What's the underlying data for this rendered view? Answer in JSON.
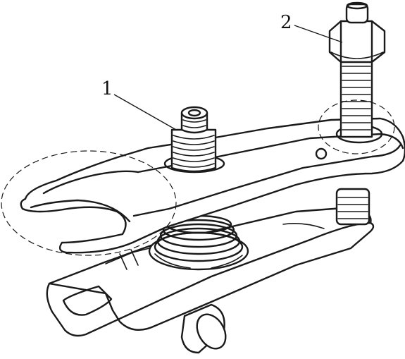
{
  "figure": {
    "callouts": [
      {
        "id": "1",
        "label": "1"
      },
      {
        "id": "2",
        "label": "2"
      }
    ]
  },
  "colors": {
    "ink": "#1a1a1a",
    "paper": "#ffffff"
  }
}
